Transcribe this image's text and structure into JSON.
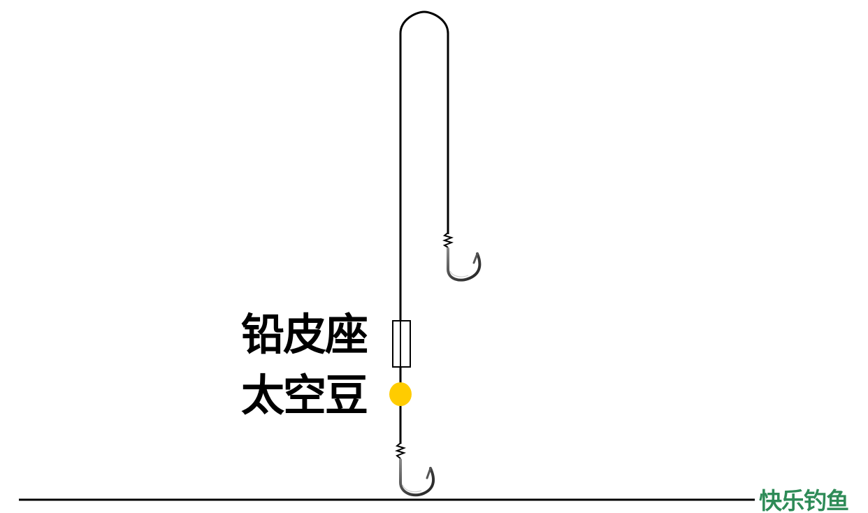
{
  "labels": {
    "sinker_seat": "铅皮座",
    "space_bean": "太空豆"
  },
  "watermark": {
    "text": "快乐钓鱼"
  },
  "colors": {
    "line": "#000000",
    "bean": "#ffcc00",
    "hook": "#555555",
    "hook_shine": "#cccccc",
    "watermark": "#2e8b57",
    "background": "#ffffff"
  },
  "icons": {
    "upper_hook": "fishing-hook-icon",
    "lower_hook": "fishing-hook-icon",
    "knot": "knot-icon"
  }
}
